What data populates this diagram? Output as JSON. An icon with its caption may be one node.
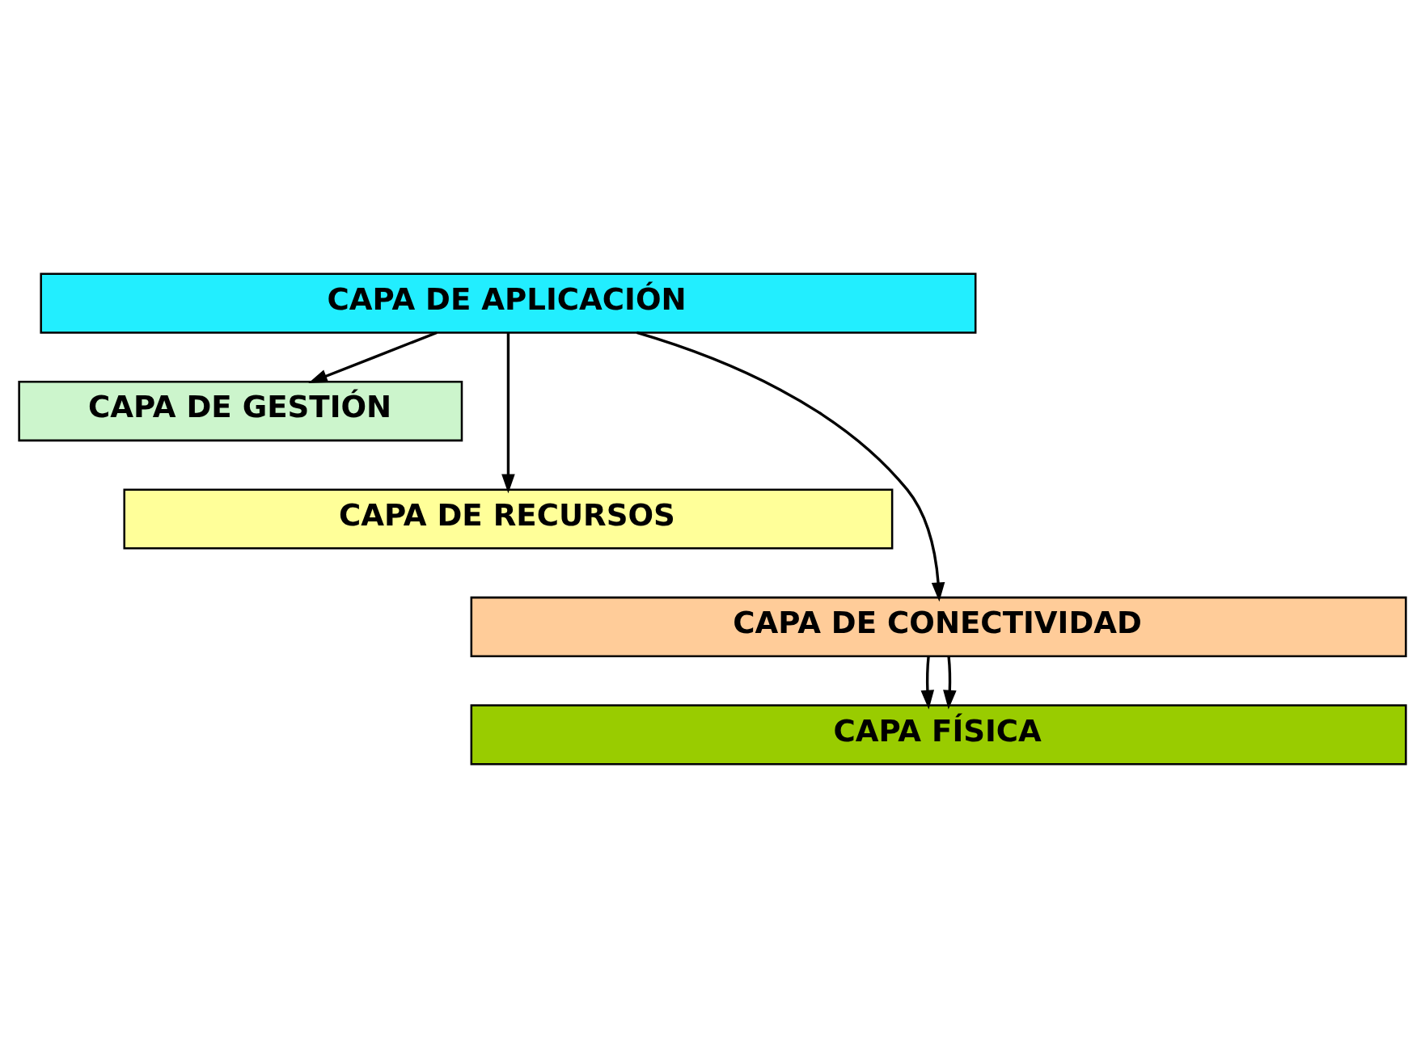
{
  "diagram": {
    "nodes": [
      {
        "text": [
          "CAPA DE APLICACIÓN"
        ]
      },
      {
        "text": [
          "CAPA DE GESTIÓN"
        ]
      },
      {
        "text": [
          "CAPA DE RECURSOS"
        ]
      },
      {
        "text": [
          "CAPA DE CONECTIVIDAD"
        ]
      },
      {
        "text": [
          "CAPA FÍSICA"
        ]
      }
    ],
    "edges": [
      {
        "from": 0,
        "to": 1,
        "arrow": "to"
      },
      {
        "from": 0,
        "to": 2,
        "arrow": "to"
      },
      {
        "from": 0,
        "to": 3,
        "arrow": "to"
      },
      {
        "from": 3,
        "to": 4,
        "arrow": "to"
      },
      {
        "from": 3,
        "to": 4,
        "arrow": "to"
      }
    ]
  }
}
